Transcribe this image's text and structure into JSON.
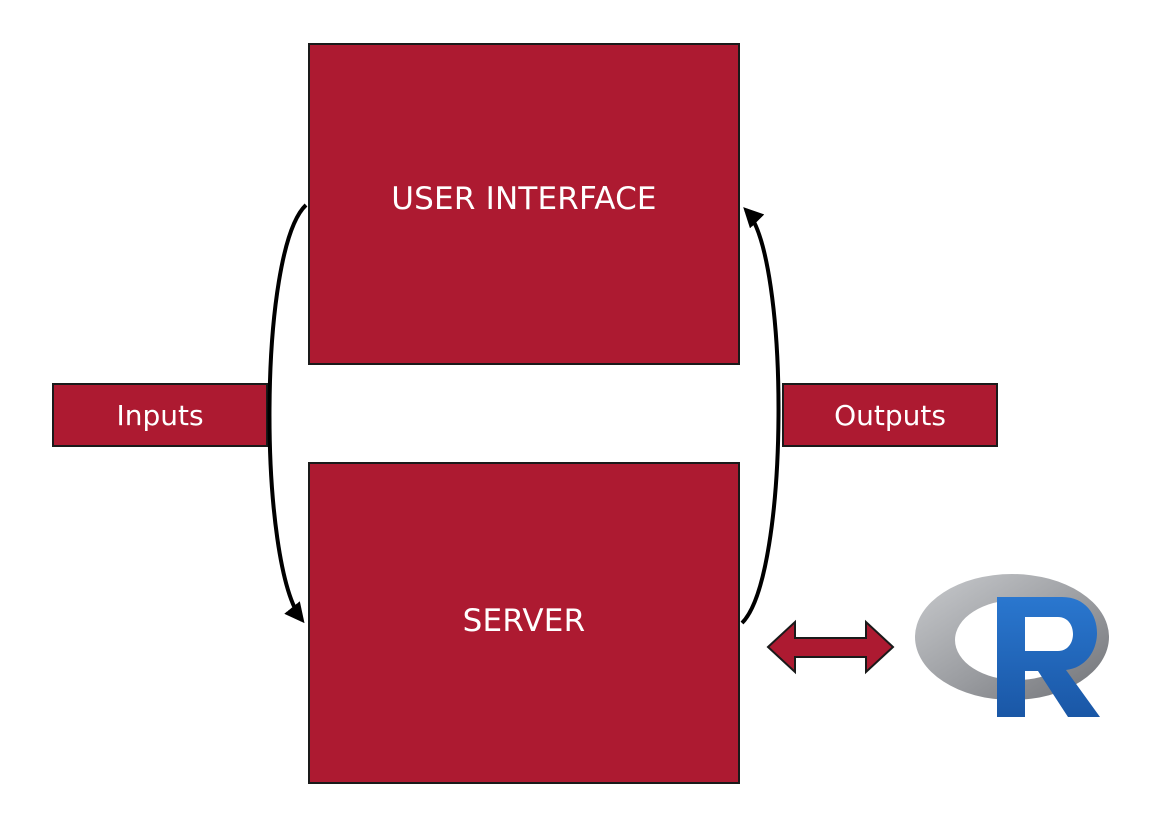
{
  "boxes": {
    "user_interface": "USER INTERFACE",
    "server": "SERVER",
    "inputs": "Inputs",
    "outputs": "Outputs"
  },
  "logo": {
    "letter": "R",
    "icon": "r-logo-icon"
  },
  "colors": {
    "box_fill": "#ad1a31",
    "box_border": "#1a1a1a",
    "arrow": "#000000",
    "r_ring": "#9a9ca0",
    "r_letter": "#1f64b8"
  }
}
